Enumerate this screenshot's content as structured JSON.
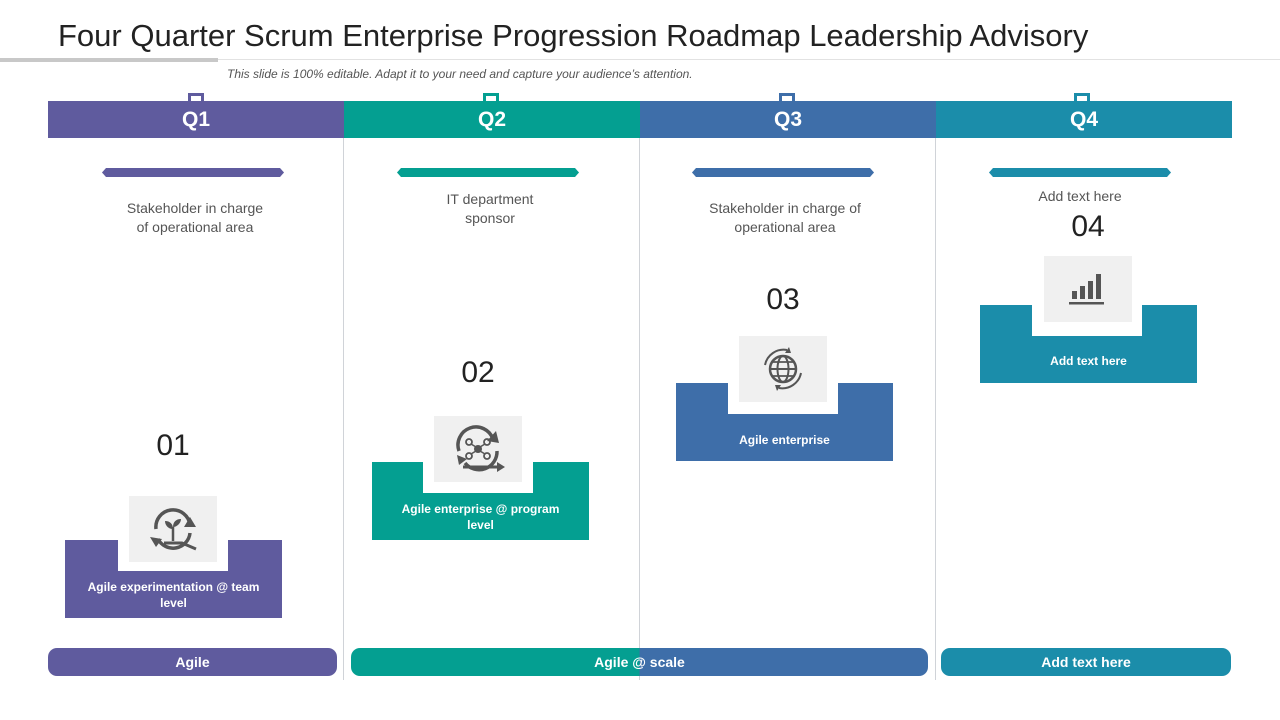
{
  "title": "Four Quarter Scrum Enterprise Progression Roadmap Leadership Advisory",
  "subtitle": "This slide is 100% editable. Adapt it to your need and capture your audience’s attention.",
  "colors": {
    "q1": "#5f5b9e",
    "q2": "#049f91",
    "q3": "#3e6ea9",
    "q4": "#1b8daa"
  },
  "quarters": [
    {
      "label": "Q1",
      "stakeholder": "Stakeholder in charge\nof operational area",
      "number": "01",
      "box_label": "Agile experimentation @ team level",
      "icon": "seedling-cycle-icon"
    },
    {
      "label": "Q2",
      "stakeholder": "IT department\nsponsor",
      "number": "02",
      "box_label": "Agile enterprise @ program level",
      "icon": "network-cycle-icon"
    },
    {
      "label": "Q3",
      "stakeholder": "Stakeholder in charge of\noperational area",
      "number": "03",
      "box_label": "Agile enterprise",
      "icon": "globe-icon"
    },
    {
      "label": "Q4",
      "stakeholder": "Add text here",
      "number": "04",
      "box_label": "Add text here",
      "icon": "bar-chart-icon"
    }
  ],
  "footer": [
    {
      "label": "Agile"
    },
    {
      "label": "Agile @ scale"
    },
    {
      "label": "Add text here"
    }
  ]
}
